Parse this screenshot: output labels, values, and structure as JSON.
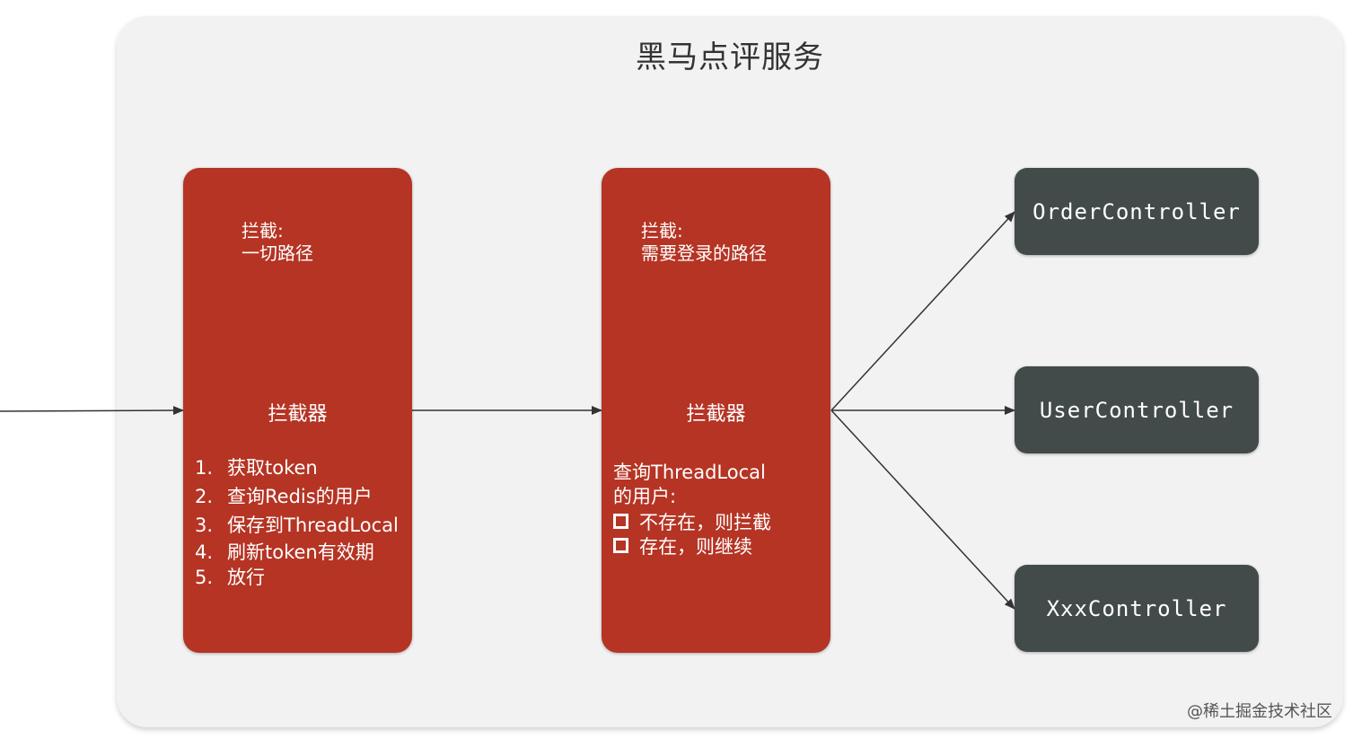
{
  "service": {
    "title": "黑马点评服务"
  },
  "interceptor_a": {
    "scope_label": "拦截:",
    "scope_value": "一切路径",
    "name": "拦截器",
    "steps": [
      {
        "num": "1.",
        "text": "获取token"
      },
      {
        "num": "2.",
        "text": "查询Redis的用户"
      },
      {
        "num": "3.",
        "text": "保存到ThreadLocal"
      },
      {
        "num": "4.",
        "text": "刷新token有效期"
      },
      {
        "num": "5.",
        "text": "放行"
      }
    ]
  },
  "interceptor_b": {
    "scope_label": "拦截:",
    "scope_value": "需要登录的路径",
    "name": "拦截器",
    "desc_line1": "查询ThreadLocal",
    "desc_line2": "的用户:",
    "options": [
      "不存在，则拦截",
      "存在，则继续"
    ]
  },
  "controllers": [
    "OrderController",
    "UserController",
    "XxxController"
  ],
  "watermark": "@稀土掘金技术社区",
  "colors": {
    "interceptor": "#b53424",
    "controller": "#434a4a",
    "service_bg": "#f2f2f2",
    "arrow": "#333333"
  }
}
